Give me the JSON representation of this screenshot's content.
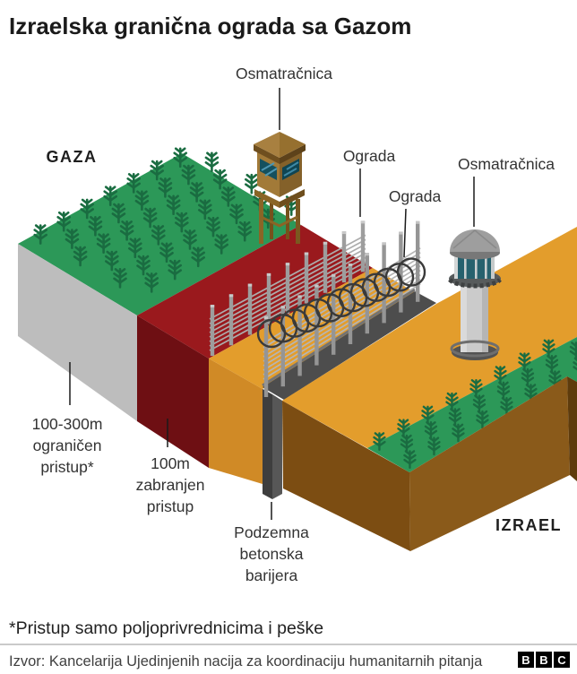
{
  "title": "Izraelska granična ograda sa Gazom",
  "diagram": {
    "watchtower_label_top": "Osmatračnica",
    "watchtower_label_right": "Osmatračnica",
    "fence_label_1": "Ograda",
    "fence_label_2": "Ograda",
    "region_gaza": "GAZA",
    "region_israel": "IZRAEL",
    "restricted_zone": {
      "line1": "100-300m",
      "line2": "ograničen",
      "line3": "pristup*"
    },
    "no_go_zone": {
      "line1": "100m",
      "line2": "zabranjen",
      "line3": "pristup"
    },
    "underground_barrier": {
      "line1": "Podzemna",
      "line2": "betonska",
      "line3": "barijera"
    },
    "colors": {
      "field_green": "#2C9858",
      "plant_green": "#1A6C41",
      "no_go_red": "#9A191D",
      "buffer_orange": "#E39D2C",
      "israel_soil_brown": "#7C4D12",
      "barrier_gray": "#4D4D4D"
    }
  },
  "footnote": "*Pristup samo poljoprivrednicima i peške",
  "source": "Izvor: Kancelarija Ujedinjenih nacija za koordinaciju humanitarnih pitanja",
  "logo": {
    "b1": "B",
    "b2": "B",
    "b3": "C"
  }
}
